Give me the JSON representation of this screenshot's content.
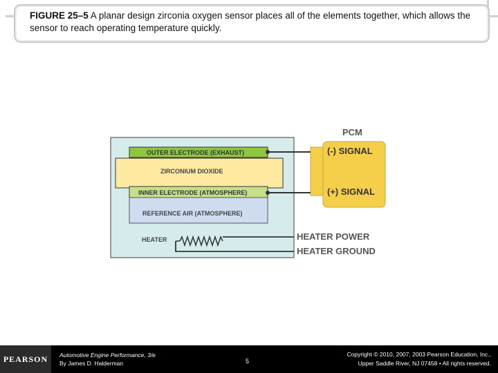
{
  "caption": {
    "label": "FIGURE 25–5",
    "text": " A planar design zirconia oxygen sensor places all of the elements together, which allows the sensor to reach operating temperature quickly."
  },
  "diagram": {
    "pcm_title": "PCM",
    "signal_neg": "(-) SIGNAL",
    "signal_pos": "(+) SIGNAL",
    "outer_electrode": "OUTER ELECTRODE (EXHAUST)",
    "zirconium": "ZIRCONIUM DIOXIDE",
    "inner_electrode": "INNER ELECTRODE (ATMOSPHERE)",
    "reference_air": "REFERENCE AIR (ATMOSPHERE)",
    "heater": "HEATER",
    "heater_power": "HEATER POWER",
    "heater_ground": "HEATER GROUND",
    "colors": {
      "sensor_bg": "#d6ecec",
      "electrode_green": "#8ec63f",
      "zirconium_yellow": "#fdeaa0",
      "reference_blue": "#cfdcf0",
      "pcm_yellow": "#f6cf4a",
      "wire": "#333333"
    }
  },
  "footer": {
    "logo": "PEARSON",
    "book_title": "Automotive Engine Performance, 3/e",
    "author": "By James D. Halderman",
    "page": "5",
    "copyright_line1": "Copyright © 2010, 2007, 2003 Pearson Education, Inc.,",
    "copyright_line2": "Upper Saddle River, NJ 07458 • All rights reserved."
  }
}
